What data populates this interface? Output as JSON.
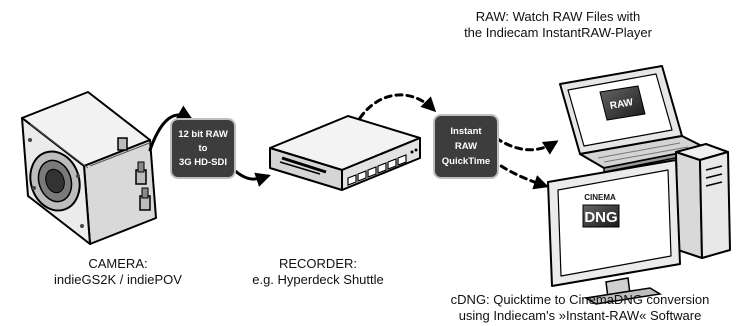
{
  "labels": {
    "raw_player": {
      "line1": "RAW: Watch RAW Files with",
      "line2": "the Indiecam InstantRAW-Player"
    },
    "camera": {
      "line1": "CAMERA:",
      "line2": "indieGS2K / indiePOV"
    },
    "recorder": {
      "line1": "RECORDER:",
      "line2": "e.g. Hyperdeck Shuttle"
    },
    "cdng": {
      "line1": "cDNG: Quicktime to CinemaDNG conversion",
      "line2": "using Indiecam's »Instant-RAW« Software"
    }
  },
  "badges": {
    "signal": {
      "line1": "12 bit RAW",
      "line2": "to",
      "line3": "3G HD-SDI"
    },
    "format": {
      "line1": "Instant",
      "line2": "RAW",
      "line3": "QuickTime"
    }
  },
  "screens": {
    "laptop_logo": "RAW",
    "monitor_logo_top": "CINEMA",
    "monitor_logo_main": "DNG"
  }
}
